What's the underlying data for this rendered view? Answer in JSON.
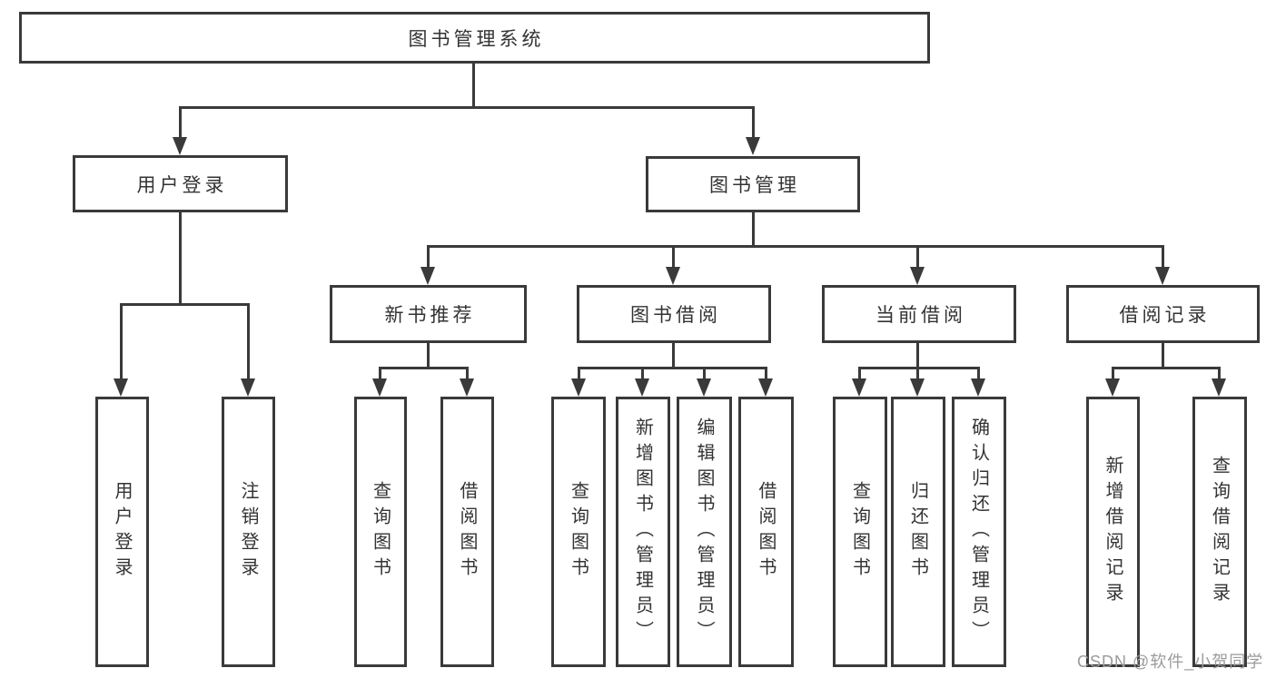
{
  "colors": {
    "line": "#3a3a3a",
    "text": "#333333",
    "watermark": "#9b9b9b",
    "background": "#ffffff"
  },
  "nodes": {
    "root": "图书管理系统",
    "user_login": "用户登录",
    "book_mgmt": "图书管理",
    "new_book_rec": "新书推荐",
    "book_borrow": "图书借阅",
    "current_borrow": "当前借阅",
    "borrow_records": "借阅记录",
    "leaf_user_login": "用户登录",
    "leaf_logout": "注销登录",
    "leaf_query_book_rec": "查询图书",
    "leaf_borrow_book_rec": "借阅图书",
    "leaf_query_book_borrow": "查询图书",
    "leaf_add_book_admin": "新增图书（管理员）",
    "leaf_edit_book_admin": "编辑图书（管理员）",
    "leaf_borrow_book_borrow": "借阅图书",
    "leaf_query_book_current": "查询图书",
    "leaf_return_book": "归还图书",
    "leaf_confirm_return_admin": "确认归还（管理员）",
    "leaf_add_borrow_record": "新增借阅记录",
    "leaf_query_borrow_record": "查询借阅记录"
  },
  "watermark": "CSDN @软件_小贺同学"
}
